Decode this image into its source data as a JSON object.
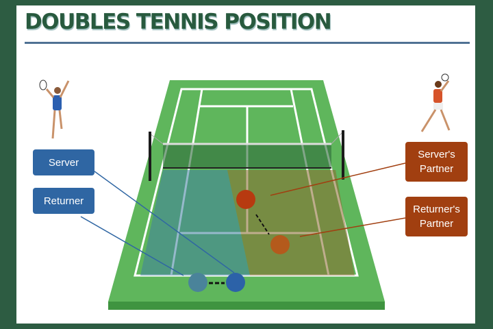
{
  "title": "DOUBLES TENNIS POSITION",
  "labels": {
    "server": "Server",
    "returner": "Returner",
    "servers_partner_1": "Server's",
    "servers_partner_2": "Partner",
    "returners_partner_1": "Returner's",
    "returners_partner_2": "Partner"
  },
  "colors": {
    "frame": "#2d5c42",
    "court": "#5fb65c",
    "server_team": "#2f66a3",
    "returner_team": "#a13f10"
  }
}
